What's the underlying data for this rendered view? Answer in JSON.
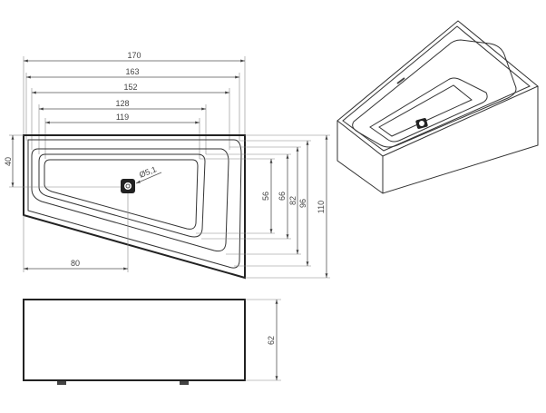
{
  "title": "Bathtub technical drawing",
  "top_view": {
    "widths": [
      "170",
      "163",
      "152",
      "128",
      "119"
    ],
    "heights": [
      "56",
      "66",
      "82",
      "96",
      "110"
    ],
    "left_height": "40",
    "drain_offset": "80",
    "drain_diameter": "Ø5,1"
  },
  "side_view": {
    "height": "62"
  }
}
